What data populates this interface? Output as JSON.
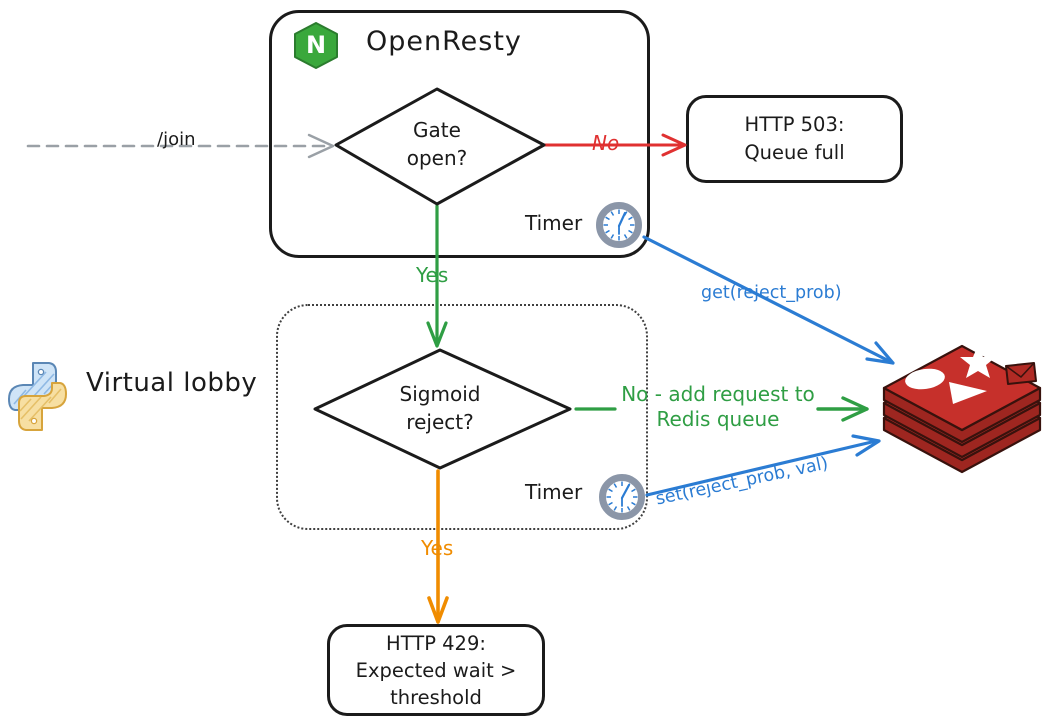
{
  "diagram": {
    "openresty": {
      "title": "OpenResty",
      "nginx_icon_letter": "N"
    },
    "gate_diamond": {
      "line1": "Gate",
      "line2": "open?"
    },
    "http503": {
      "line1": "HTTP 503:",
      "line2": "Queue full"
    },
    "lobby": {
      "label": "Virtual lobby"
    },
    "sigmoid_diamond": {
      "line1": "Sigmoid",
      "line2": "reject?"
    },
    "http429": {
      "line1": "HTTP 429:",
      "line2": "Expected wait >",
      "line3": "threshold"
    },
    "edge_labels": {
      "join": "/join",
      "no1": "No",
      "yes1": "Yes",
      "timer1": "Timer",
      "get": "get(reject_prob)",
      "no2_line1": "No - add request to",
      "no2_line2": "Redis queue",
      "timer2": "Timer",
      "set": "set(reject_prob, val)",
      "yes2": "Yes"
    },
    "icons": [
      "nginx-icon",
      "timer-clock-icon",
      "python-icon",
      "redis-icon"
    ],
    "colors": {
      "ink": "#1b1b1b",
      "green": "#2f9e44",
      "red": "#e03131",
      "blue": "#2b7cd3",
      "orange": "#f08c00",
      "gray_dashed": "#9aa0a6",
      "redis_red": "#c6302b",
      "redis_dark": "#9e2620",
      "nginx_green": "#3aa83c",
      "clock_ring": "#8b96a8"
    }
  }
}
